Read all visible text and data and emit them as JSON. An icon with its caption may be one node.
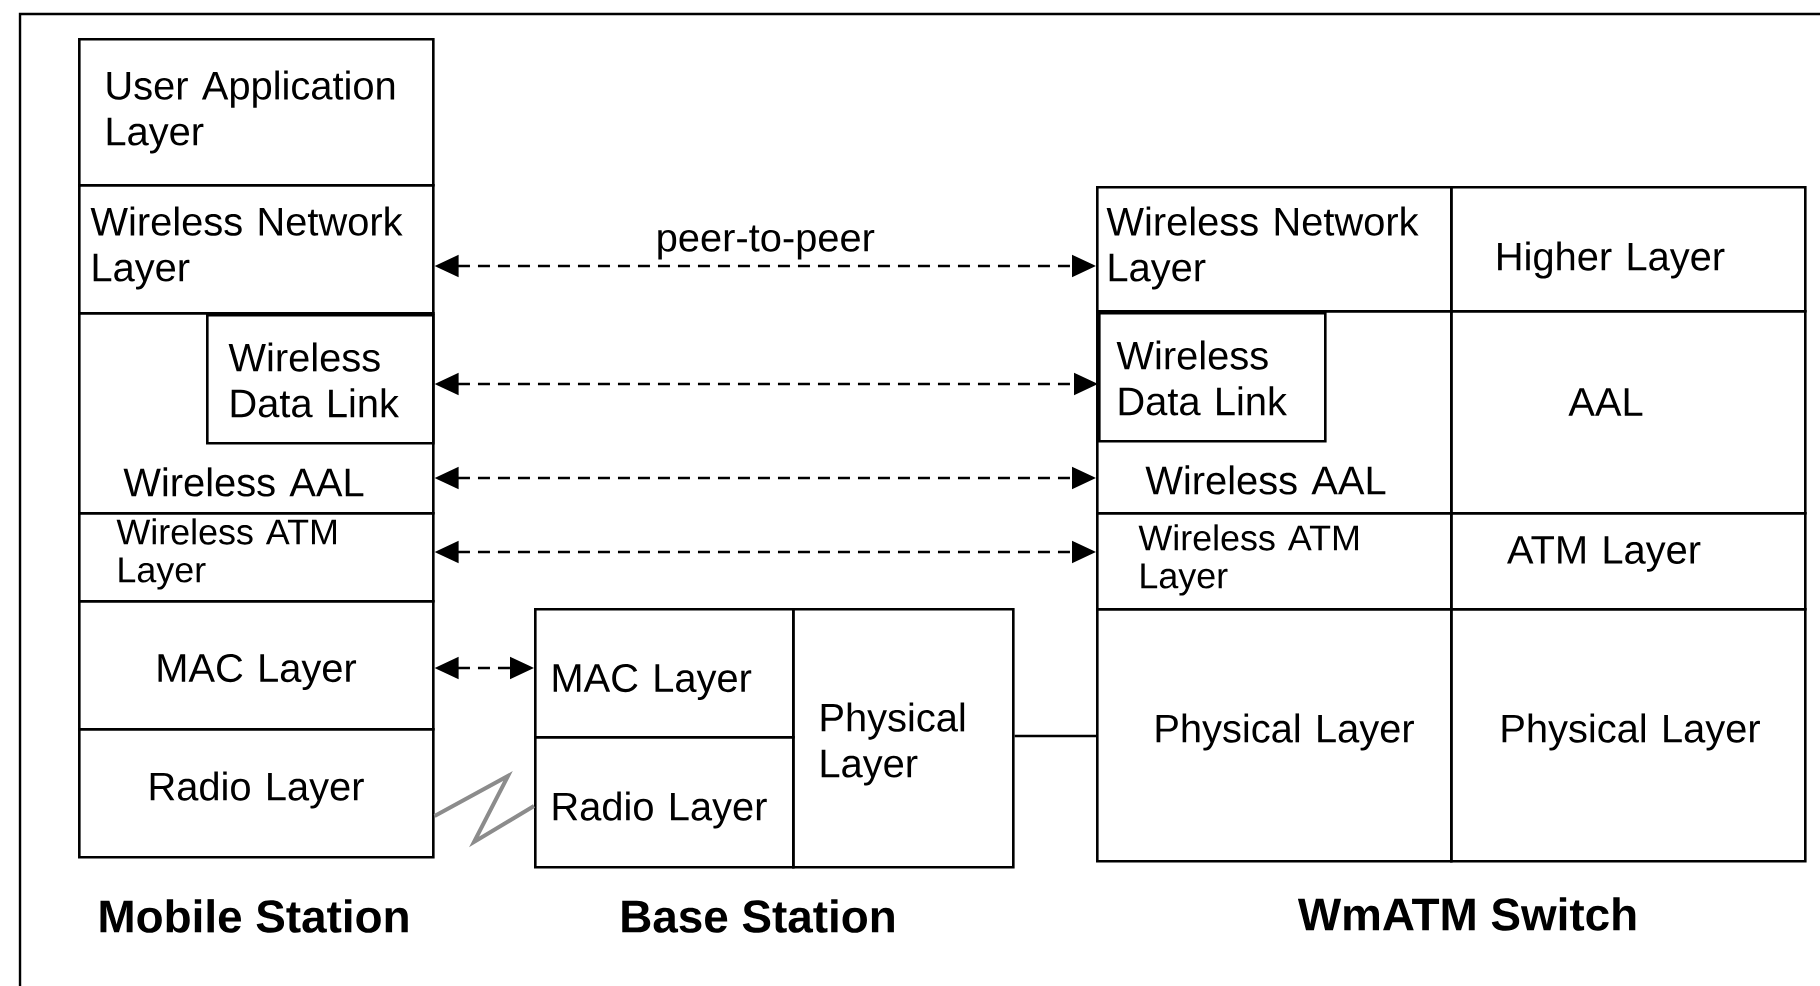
{
  "diagram": {
    "nodes": [
      {
        "text": [
          "User Application Layer"
        ]
      },
      {
        "text": [
          "Wireless Network Layer"
        ]
      },
      {
        "text": [
          "Wireless AAL"
        ]
      },
      {
        "text": [
          "Wireless Data Link"
        ],
        "in": 2
      },
      {
        "text": [
          "Wireless ATM Layer"
        ]
      },
      {
        "text": [
          "MAC Layer"
        ]
      },
      {
        "text": [
          "Radio Layer"
        ]
      },
      {
        "text": [
          "MAC Layer"
        ]
      },
      {
        "text": [
          "Radio Layer"
        ]
      },
      {
        "text": [
          "Physical Layer"
        ]
      },
      {
        "text": [
          "Wireless Network Layer"
        ]
      },
      {
        "text": [
          "Higher Layer"
        ]
      },
      {
        "text": [
          "Wireless AAL"
        ]
      },
      {
        "text": [
          "Wireless Data Link"
        ],
        "in": 12
      },
      {
        "text": [
          "AAL"
        ]
      },
      {
        "text": [
          "Wireless ATM Layer"
        ]
      },
      {
        "text": [
          "ATM Layer"
        ]
      },
      {
        "text": [
          "Physical Layer"
        ]
      },
      {
        "text": [
          "Physical Layer"
        ]
      }
    ],
    "edges": [
      {
        "from": 1,
        "to": 10,
        "arrow": "both",
        "style": "dashed",
        "label": "peer-to-peer"
      },
      {
        "from": 3,
        "to": 13,
        "arrow": "both",
        "style": "dashed"
      },
      {
        "from": 2,
        "to": 12,
        "arrow": "both",
        "style": "dashed"
      },
      {
        "from": 4,
        "to": 15,
        "arrow": "both",
        "style": "dashed"
      },
      {
        "from": 5,
        "to": 7,
        "arrow": "both",
        "style": "dashed"
      },
      {
        "from": 6,
        "to": 8,
        "arrow": "none",
        "color": "#8c8c8c"
      },
      {
        "from": 9,
        "to": 17,
        "arrow": "none"
      }
    ],
    "labels": [
      "Mobile Station",
      "Base Station",
      "WmATM Switch"
    ]
  }
}
